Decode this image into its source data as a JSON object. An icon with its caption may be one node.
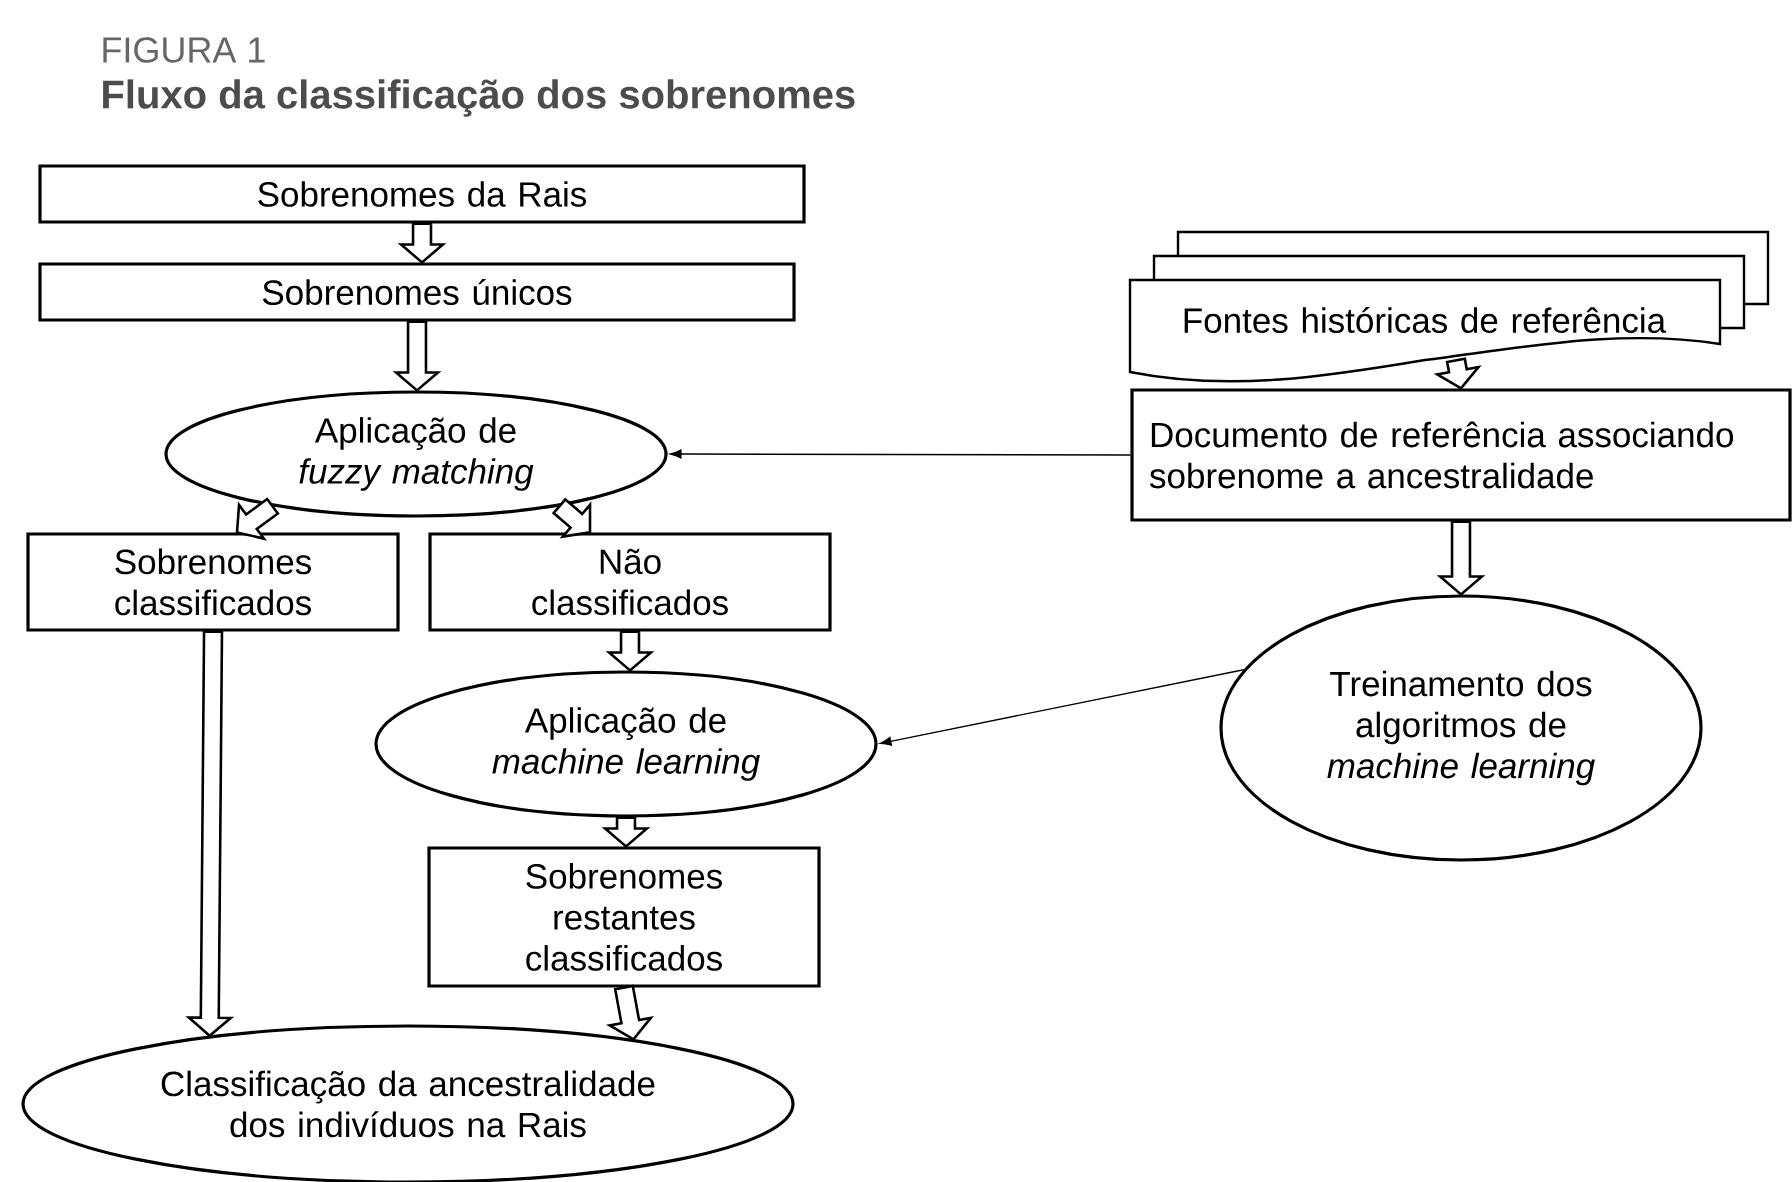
{
  "diagram": {
    "title": "Fluxo da classificação dos sobrenomes",
    "nodes": [
      {
        "text": [
          "Sobrenomes da Rais"
        ]
      },
      {
        "text": [
          "Sobrenomes únicos"
        ]
      },
      {
        "text": [
          "Aplicação de *fuzzy matching*"
        ]
      },
      {
        "text": [
          "Sobrenomes classificados"
        ]
      },
      {
        "text": [
          "Não classificados"
        ]
      },
      {
        "text": [
          "Aplicação de *machine learning*"
        ]
      },
      {
        "text": [
          "Sobrenomes restantes classificados"
        ]
      },
      {
        "text": [
          "Classificação da ancestralidade dos indivíduos na Rais"
        ]
      },
      {
        "text": [
          "Fontes históricas de referência"
        ]
      },
      {
        "text": [
          "Documento de referência associando sobrenome a ancestralidade"
        ]
      },
      {
        "text": [
          "Treinamento dos algoritmos de *machine learning*"
        ]
      }
    ],
    "edges": [
      {
        "from": 0,
        "to": 1,
        "arrow": "to",
        "style": "thick"
      },
      {
        "from": 1,
        "to": 2,
        "arrow": "to",
        "style": "thick"
      },
      {
        "from": 2,
        "to": 3,
        "arrow": "to",
        "style": "thick"
      },
      {
        "from": 2,
        "to": 4,
        "arrow": "to",
        "style": "thick"
      },
      {
        "from": 3,
        "to": 7,
        "arrow": "to",
        "style": "thick"
      },
      {
        "from": 4,
        "to": 5,
        "arrow": "to",
        "style": "thick"
      },
      {
        "from": 5,
        "to": 6,
        "arrow": "to",
        "style": "thick"
      },
      {
        "from": 6,
        "to": 7,
        "arrow": "to",
        "style": "thick"
      },
      {
        "from": 8,
        "to": 9,
        "arrow": "to",
        "style": "thick"
      },
      {
        "from": 9,
        "to": 10,
        "arrow": "to",
        "style": "thick"
      },
      {
        "from": 9,
        "to": 2,
        "arrow": "to"
      },
      {
        "from": 10,
        "to": 5,
        "arrow": "to"
      }
    ],
    "labels": [
      "FIGURA 1"
    ]
  }
}
